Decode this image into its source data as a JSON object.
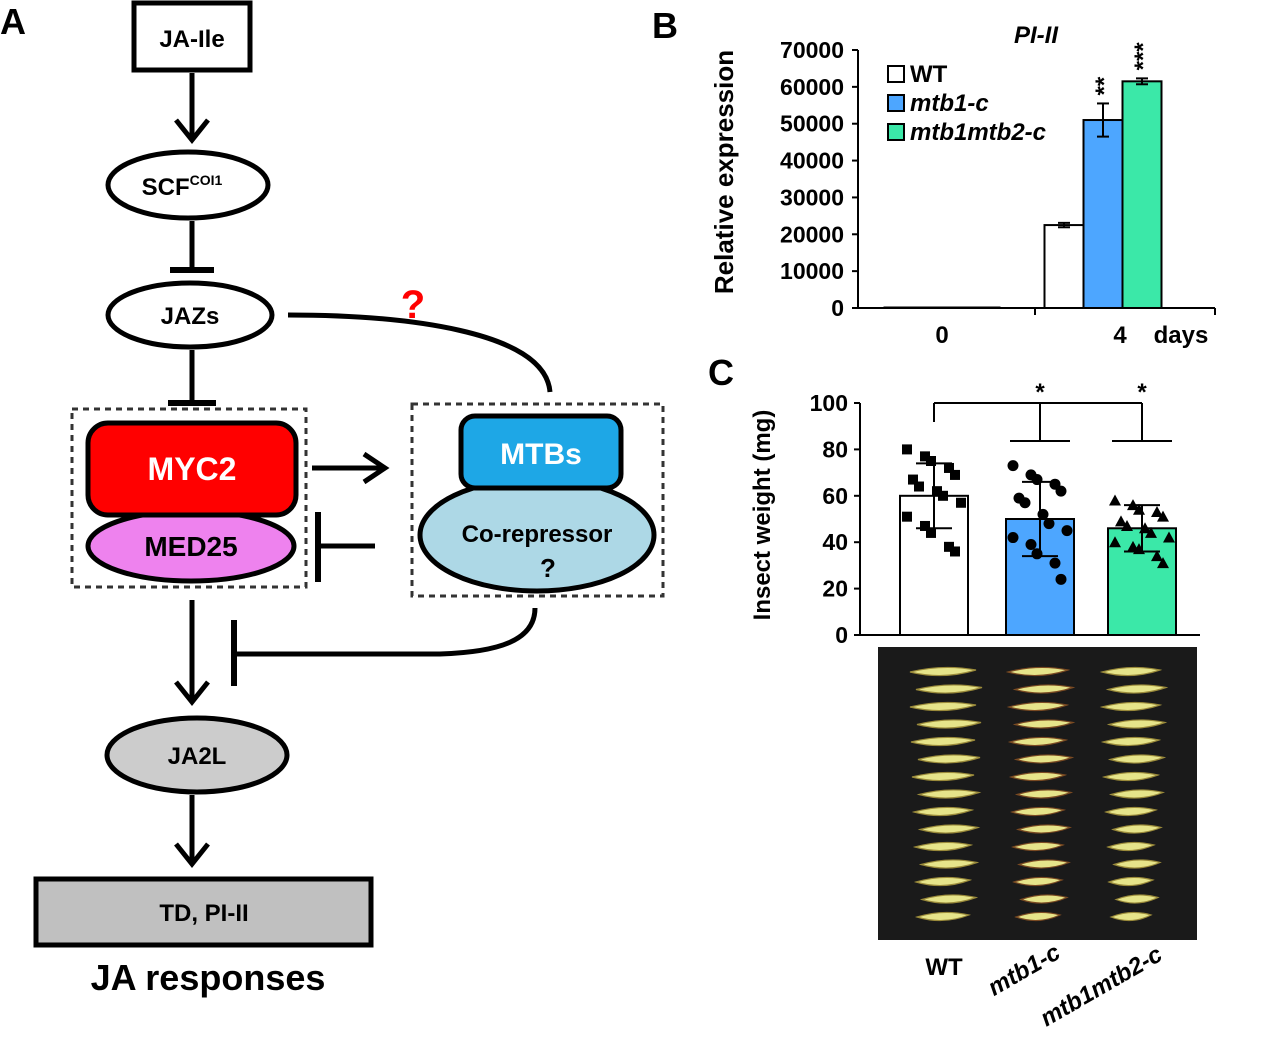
{
  "panel_a": {
    "label": "A",
    "nodes": {
      "ja_ile": "JA-Ile",
      "scf": "SCF",
      "scf_sup": "COI1",
      "jazs": "JAZs",
      "question_red": "?",
      "myc2": "MYC2",
      "med25": "MED25",
      "mtbs": "MTBs",
      "corepressor": "Co-repressor",
      "corepressor_q": "?",
      "ja2l": "JA2L",
      "targets": "TD, PI-II"
    },
    "footer": "JA responses",
    "colors": {
      "myc2": "#ff0000",
      "med25": "#ee82ee",
      "mtbs": "#1ea7e6",
      "corepressor": "#add8e6",
      "ja2l": "#cccccc",
      "targets": "#c0c0c0",
      "question_red": "#ff0000"
    }
  },
  "panel_b": {
    "label": "B",
    "chart_data": {
      "type": "bar",
      "title": "PI-II",
      "ylabel": "Relative expression",
      "ylim": [
        0,
        70000
      ],
      "yticks": [
        "0",
        "10000",
        "20000",
        "30000",
        "40000",
        "50000",
        "60000",
        "70000"
      ],
      "xunit": "days",
      "categories": [
        "0",
        "4"
      ],
      "series": [
        {
          "name": "WT",
          "color": "#ffffff",
          "values": [
            0,
            22500
          ],
          "errors": [
            0,
            600
          ],
          "sig": [
            "",
            ""
          ]
        },
        {
          "name": "mtb1-c",
          "color": "#4da6ff",
          "values": [
            0,
            51000
          ],
          "errors": [
            0,
            4500
          ],
          "sig": [
            "",
            "**"
          ]
        },
        {
          "name": "mtb1mtb2-c",
          "color": "#3be8a8",
          "values": [
            0,
            61500
          ],
          "errors": [
            0,
            800
          ],
          "sig": [
            "",
            "***"
          ]
        }
      ]
    }
  },
  "panel_c": {
    "label": "C",
    "chart_data": {
      "type": "bar",
      "ylabel": "Insect weight (mg)",
      "ylim": [
        0,
        100
      ],
      "yticks": [
        "0",
        "20",
        "40",
        "60",
        "80",
        "100"
      ],
      "categories": [
        "WT",
        "mtb1-c",
        "mtb1mtb2-c"
      ],
      "values": [
        60,
        50,
        46
      ],
      "errors": [
        14,
        16,
        10
      ],
      "colors": [
        "#ffffff",
        "#4da6ff",
        "#3be8a8"
      ],
      "markers": [
        "square",
        "circle",
        "triangle"
      ],
      "points": [
        [
          80,
          77,
          75,
          72,
          69,
          67,
          64,
          62,
          60,
          57,
          51,
          47,
          44,
          38,
          36
        ],
        [
          73,
          69,
          67,
          65,
          62,
          59,
          57,
          52,
          48,
          45,
          42,
          39,
          35,
          31,
          24
        ],
        [
          58,
          56,
          54,
          53,
          51,
          49,
          47,
          46,
          44,
          42,
          40,
          38,
          37,
          34,
          31
        ]
      ],
      "significance": [
        {
          "between": [
            "WT",
            "mtb1-c"
          ],
          "label": "*"
        },
        {
          "between": [
            "WT",
            "mtb1mtb2-c"
          ],
          "label": "*"
        }
      ]
    },
    "photo": {
      "description_icon": "larvae-photo",
      "background": "#1a1a1a",
      "larva_color": "#e6e48a",
      "larva_counts": [
        15,
        15,
        15
      ]
    }
  }
}
